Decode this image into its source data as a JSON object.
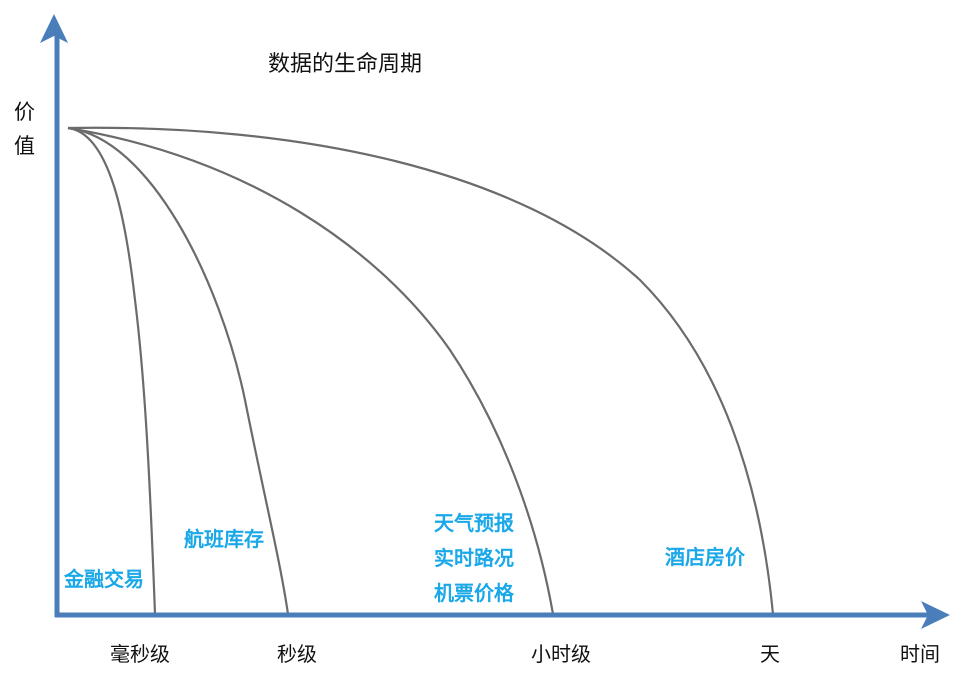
{
  "title": "数据的生命周期",
  "y_axis": {
    "label_chars": [
      "价",
      "值"
    ]
  },
  "x_axis": {
    "label": "时间",
    "ticks": [
      "毫秒级",
      "秒级",
      "小时级",
      "天"
    ]
  },
  "categories": [
    {
      "tick": "毫秒级",
      "examples": [
        "金融交易"
      ]
    },
    {
      "tick": "秒级",
      "examples": [
        "航班库存"
      ]
    },
    {
      "tick": "小时级",
      "examples": [
        "天气预报",
        "实时路况",
        "机票价格"
      ]
    },
    {
      "tick": "天",
      "examples": [
        "酒店房价"
      ]
    }
  ],
  "colors": {
    "axis": "#4a7ebb",
    "curve": "#6b6b6b",
    "label": "#1aa8e8"
  }
}
